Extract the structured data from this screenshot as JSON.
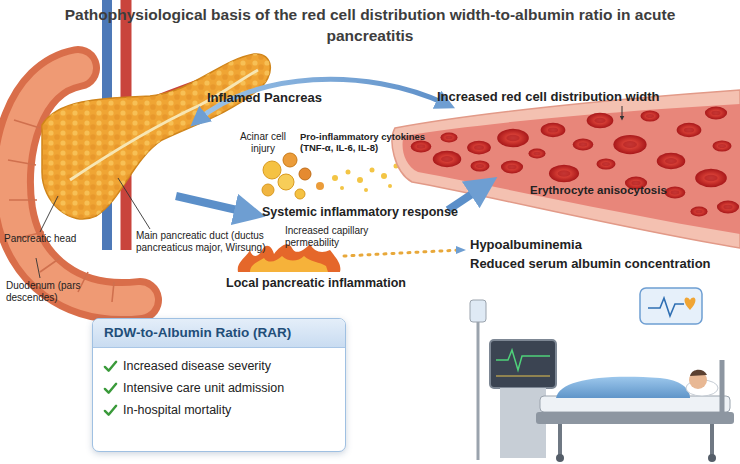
{
  "diagram": {
    "title": "Pathophysiological basis of the red cell distribution width-to-albumin ratio in acute pancreatitis",
    "nodes": [
      {
        "text": [
          "RDW-to-Albumin Ratio (RAR)",
          "Increased disease severity",
          "Intensive care unit admission",
          "In-hospital mortality"
        ]
      }
    ],
    "labels": [
      "Inflamed Pancreas",
      "Increased red cell distribution width",
      "Acinar cell injury",
      "Pro-inflammatory cytokines (TNF-α, IL-6, IL-8)",
      "Erythrocyte anisocytosis",
      "Systemic inflammatory response",
      "Pancreatic head",
      "Main pancreatic duct (ductus pancreaticus major, Wirsung)",
      "Increased capillary permeability",
      "Hypoalbuminemia",
      "Reduced serum albumin concentration",
      "Local pancreatic inflammation",
      "Duodenum (pars descendes)"
    ]
  }
}
